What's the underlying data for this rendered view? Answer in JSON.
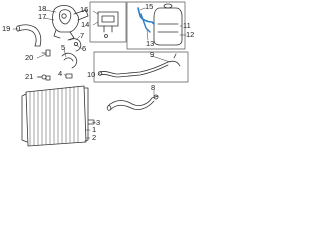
{
  "diagram": {
    "callouts": {
      "c1": "1",
      "c2": "2",
      "c3": "3",
      "c4": "4",
      "c5": "5",
      "c6": "6",
      "c7": "7",
      "c8": "8",
      "c9": "9",
      "c10": "10",
      "c11": "11",
      "c12": "12",
      "c13": "13",
      "c14": "14",
      "c15": "15",
      "c16": "16",
      "c17": "17",
      "c18": "18",
      "c19": "19",
      "c20": "20",
      "c21": "21"
    },
    "colors": {
      "line": "#333333",
      "highlight": "#2f7fc6",
      "box": "#555555"
    }
  }
}
